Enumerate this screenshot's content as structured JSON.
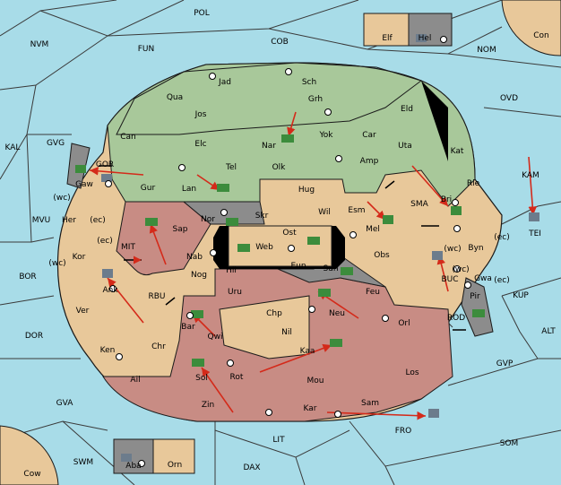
{
  "colors": {
    "sea": "#a8dce8",
    "green": "#a8c89a",
    "tan": "#e8c89a",
    "rose": "#c88c84",
    "gray": "#8c8c8c",
    "black": "#000000",
    "arrow": "#d42a1a",
    "unit_green": "#3c8c3c",
    "unit_gray": "#6c7c8c"
  },
  "sea_labels": [
    {
      "name": "POL"
    },
    {
      "name": "NVM"
    },
    {
      "name": "FUN"
    },
    {
      "name": "COB"
    },
    {
      "name": "NOM"
    },
    {
      "name": "OVD"
    },
    {
      "name": "KAL"
    },
    {
      "name": "GVG"
    },
    {
      "name": "MVU"
    },
    {
      "name": "BOR"
    },
    {
      "name": "DOR"
    },
    {
      "name": "GVA"
    },
    {
      "name": "SWM"
    },
    {
      "name": "LIT"
    },
    {
      "name": "DAX"
    },
    {
      "name": "FRO"
    },
    {
      "name": "SOM"
    },
    {
      "name": "GVP"
    },
    {
      "name": "ALT"
    },
    {
      "name": "KUP"
    },
    {
      "name": "KAM"
    },
    {
      "name": "TEI"
    },
    {
      "name": "MIT"
    },
    {
      "name": "RBU"
    },
    {
      "name": "SMA"
    },
    {
      "name": "BUC"
    },
    {
      "name": "ROD"
    },
    {
      "name": "GOR"
    },
    {
      "name": "Con"
    },
    {
      "name": "Cow"
    }
  ],
  "land_labels": [
    {
      "name": "Jad"
    },
    {
      "name": "Sch"
    },
    {
      "name": "Qua"
    },
    {
      "name": "Jos"
    },
    {
      "name": "Grh"
    },
    {
      "name": "Eld"
    },
    {
      "name": "Can"
    },
    {
      "name": "Nar"
    },
    {
      "name": "Yok"
    },
    {
      "name": "Car"
    },
    {
      "name": "Uta"
    },
    {
      "name": "Kat"
    },
    {
      "name": "Elc"
    },
    {
      "name": "Olk"
    },
    {
      "name": "Amp"
    },
    {
      "name": "Tel"
    },
    {
      "name": "Gur"
    },
    {
      "name": "Lan"
    },
    {
      "name": "Hug"
    },
    {
      "name": "Rie"
    },
    {
      "name": "Bri"
    },
    {
      "name": "Wil"
    },
    {
      "name": "Esm"
    },
    {
      "name": "Nor"
    },
    {
      "name": "Skr"
    },
    {
      "name": "Ost"
    },
    {
      "name": "Mel"
    },
    {
      "name": "Sap"
    },
    {
      "name": "Web"
    },
    {
      "name": "Byn"
    },
    {
      "name": "Nab"
    },
    {
      "name": "Eun"
    },
    {
      "name": "Obs"
    },
    {
      "name": "Sun"
    },
    {
      "name": "Hil"
    },
    {
      "name": "Gwa"
    },
    {
      "name": "Nog"
    },
    {
      "name": "Uru"
    },
    {
      "name": "Feu"
    },
    {
      "name": "Pir"
    },
    {
      "name": "Chp"
    },
    {
      "name": "Neu"
    },
    {
      "name": "Bar"
    },
    {
      "name": "Qwi"
    },
    {
      "name": "Nil"
    },
    {
      "name": "Orl"
    },
    {
      "name": "Kaa"
    },
    {
      "name": "Chr"
    },
    {
      "name": "Ken"
    },
    {
      "name": "Rot"
    },
    {
      "name": "Sol"
    },
    {
      "name": "Los"
    },
    {
      "name": "Ail"
    },
    {
      "name": "Mou"
    },
    {
      "name": "Zin"
    },
    {
      "name": "Kar"
    },
    {
      "name": "Sam"
    },
    {
      "name": "Gaw"
    },
    {
      "name": "Her"
    },
    {
      "name": "Kor"
    },
    {
      "name": "Ank"
    },
    {
      "name": "Ver"
    },
    {
      "name": "Elf"
    },
    {
      "name": "Hel"
    },
    {
      "name": "Aba"
    },
    {
      "name": "Orn"
    }
  ],
  "coast_labels": [
    {
      "name": "(wc)"
    },
    {
      "name": "(ec)"
    },
    {
      "name": "(ec)"
    },
    {
      "name": "(wc)"
    },
    {
      "name": "(wc)"
    },
    {
      "name": "(ec)"
    },
    {
      "name": "(wc)"
    },
    {
      "name": "(ec)"
    }
  ]
}
